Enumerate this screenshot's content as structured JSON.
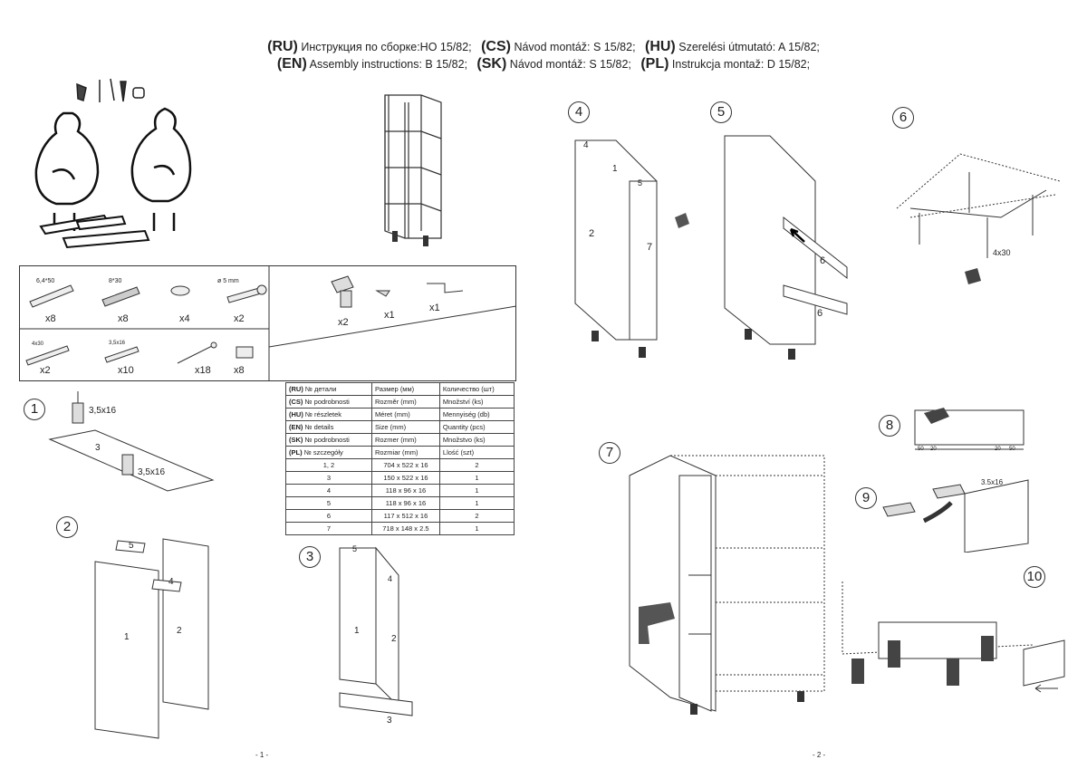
{
  "header": {
    "line1": [
      {
        "code": "(RU)",
        "text": "Инструкция по сборке:HO 15/82;"
      },
      {
        "code": "(CS)",
        "text": "Návod montáž: S 15/82;"
      },
      {
        "code": "(HU)",
        "text": "Szerelési útmutató: A 15/82;"
      }
    ],
    "line2": [
      {
        "code": "(EN)",
        "text": "Assembly instructions: B 15/82;"
      },
      {
        "code": "(SK)",
        "text": "Návod montáž: S 15/82;"
      },
      {
        "code": "(PL)",
        "text": "Instrukcja montaž: D 15/82;"
      }
    ]
  },
  "hardware": {
    "top_row": [
      {
        "size": "6,4*50",
        "qty": "x8"
      },
      {
        "size": "8*30",
        "qty": "x8"
      },
      {
        "size": "",
        "qty": "x4"
      },
      {
        "size": "ø 5 mm",
        "qty": "x2"
      }
    ],
    "bottom_row": [
      {
        "size": "4x30",
        "qty": "x2"
      },
      {
        "size": "3,5x16",
        "qty": "x10"
      },
      {
        "size": "",
        "qty": "x18"
      },
      {
        "size": "",
        "qty": "x8"
      }
    ],
    "right_top": [
      {
        "qty": "x2"
      },
      {
        "qty": "x1"
      },
      {
        "qty": "x1"
      }
    ]
  },
  "parts_table": {
    "header_rows": [
      {
        "lang": "(RU)",
        "detail": "№ детали",
        "size": "Размер  (мм)",
        "qty": "Количество (шт)"
      },
      {
        "lang": "(CS)",
        "detail": "№ podrobnosti",
        "size": "Rozměr (mm)",
        "qty": "Množství (ks)"
      },
      {
        "lang": "(HU)",
        "detail": "№ részletek",
        "size": "Méret (mm)",
        "qty": "Mennyiség (db)"
      },
      {
        "lang": "(EN)",
        "detail": "№ details",
        "size": "Size (mm)",
        "qty": "Quantity  (pcs)"
      },
      {
        "lang": "(SK)",
        "detail": "№ podrobnosti",
        "size": "Rozmer (mm)",
        "qty": "Množstvo (ks)"
      },
      {
        "lang": "(PL)",
        "detail": "№ szczegóły",
        "size": "Rozmiar (mm)",
        "qty": "Llość (szt)"
      }
    ],
    "rows": [
      {
        "part": "1, 2",
        "size": "704 x 522 x 16",
        "qty": "2"
      },
      {
        "part": "3",
        "size": "150 x 522 x 16",
        "qty": "1"
      },
      {
        "part": "4",
        "size": "118 x 96 x 16",
        "qty": "1"
      },
      {
        "part": "5",
        "size": "118 x 96 x 16",
        "qty": "1"
      },
      {
        "part": "6",
        "size": "117 x 512 x 16",
        "qty": "2"
      },
      {
        "part": "7",
        "size": "718 x 148 x 2.5",
        "qty": "1"
      }
    ]
  },
  "steps": {
    "s1": "1",
    "s2": "2",
    "s3": "3",
    "s4": "4",
    "s5": "5",
    "s6": "6",
    "s7": "7",
    "s8": "8",
    "s9": "9",
    "s10": "10"
  },
  "step1_labels": {
    "screw_a": "3,5x16",
    "screw_b": "3,5x16",
    "part": "3"
  },
  "step2_labels": {
    "p5": "5",
    "p4": "4",
    "p1": "1",
    "p2": "2"
  },
  "step3_labels": {
    "p5": "5",
    "p4": "4",
    "p1": "1",
    "p2": "2",
    "p3": "3"
  },
  "step4_labels": {
    "p4": "4",
    "p1": "1",
    "p5": "5",
    "p2": "2",
    "p7": "7"
  },
  "step5_labels": {
    "p6a": "6",
    "p6b": "6"
  },
  "step6_labels": {
    "screw": "4x30"
  },
  "step8_labels": {
    "d1": "50",
    "d2": "20",
    "d3": "20",
    "d4": "50"
  },
  "step9_labels": {
    "screw": "3.5x16"
  },
  "page_numbers": {
    "left": "- 1 -",
    "right": "- 2 -"
  }
}
